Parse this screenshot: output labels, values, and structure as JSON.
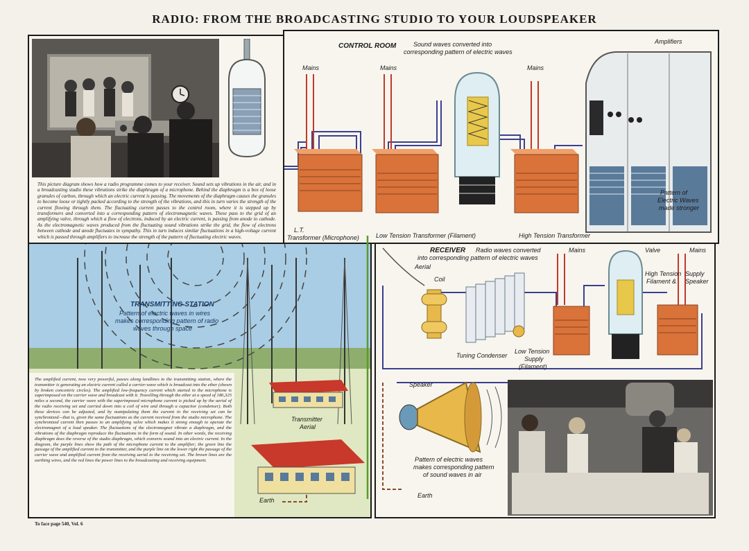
{
  "title": "RADIO: FROM THE BROADCASTING STUDIO TO YOUR LOUDSPEAKER",
  "control_room": {
    "heading": "CONTROL ROOM",
    "subheading_1": "Sound waves converted into",
    "subheading_2": "corresponding pattern of electric waves",
    "mains_1": "Mains",
    "mains_2": "Mains",
    "mains_3": "Mains",
    "amplifiers": "Amplifiers",
    "amp_note_1": "Pattern of",
    "amp_note_2": "Electric Waves",
    "amp_note_3": "made stronger",
    "lt_transformer_1": "L.T.",
    "lt_transformer_2": "Transformer (Microphone)",
    "low_tension_transformer": "Low Tension Transformer (Filament)",
    "high_tension_transformer": "High Tension Transformer"
  },
  "studio_caption": "This picture diagram shows how a radio programme comes to your receiver. Sound sets up vibrations in the air, and in a broadcasting studio these vibrations strike the diaphragm of a microphone. Behind the diaphragm is a box of loose granules of carbon, through which an electric current is passing. The movements of the diaphragm causes the granules to become loose or tightly packed according to the strength of the vibrations, and this in turn varies the strength of the current flowing through them. The fluctuating current passes to the control room, where it is stepped up by transformers and converted into a corresponding pattern of electromagnetic waves. These pass to the grid of an amplifying valve, through which a flow of electrons, induced by an electric current, is passing from anode to cathode. As the electromagnetic waves produced from the fluctuating sound vibrations strike the grid, the flow of electrons between cathode and anode fluctuates in sympathy. This in turn induces similar fluctuations in a high-voltage current which is passed through amplifiers to increase the strength of the pattern of fluctuating electric waves.",
  "transmitting": {
    "heading": "TRANSMITTING STATION",
    "sub_1": "Pattern of electric waves in wires",
    "sub_2": "makes corresponding pattern of radio",
    "sub_3": "waves through space",
    "transmitter_aerial_1": "Transmitter",
    "transmitter_aerial_2": "Aerial",
    "earth": "Earth"
  },
  "transmit_caption": "The amplified current, now very powerful, passes along landlines to the transmitting station, where the transmitter is generating an electric current called a carrier-wave which is broadcast into the ether (shown by broken concentric circles). The amplified low-frequency current which started in the microphone is superimposed on the carrier wave and broadcast with it. Travelling through the ether at a speed of 186,325 miles a second, the carrier wave with the superimposed microphone current is picked up by the aerial of the radio receiving set and carried down into a coil of wire and through a capacitor (condenser). Both these devices can be adjusted, and by manipulating them the current in the receiving set can be synchronized—that is, given the same fluctuations as the current received from the studio microphone. The synchronized current then passes to an amplifying valve which makes it strong enough to operate the electromagnet of a loud speaker. The fluctuations of the electromagnet vibrate a diaphragm, and the vibrations of the diaphragm reproduce the fluctuations in the form of sound. In other words, the receiving diaphragm does the reverse of the studio diaphragm, which converts sound into an electric current. In the diagram, the purple lines show the path of the microphone current to the amplifier; the green line the passage of the amplified current to the transmitter, and the purple line on the lower right the passage of the carrier wave and amplified current from the receiving aerial to the receiving set. The brown lines are the earthing wires, and the red lines the power lines to the broadcasting and receiving equipment.",
  "receiver": {
    "heading": "RECEIVER",
    "sub_1": "Radio waves converted",
    "sub_2": "into corresponding pattern of electric waves",
    "mains_1": "Mains",
    "mains_2": "Mains",
    "valve": "Valve",
    "aerial": "Aerial",
    "coil": "Coil",
    "ht_1": "High Tension",
    "ht_2": "Filament &",
    "supply_1": "Supply",
    "supply_2": "Speaker",
    "tuning_condenser": "Tuning Condenser",
    "lt_supply_1": "Low Tension",
    "lt_supply_2": "Supply",
    "lt_supply_3": "(Filament)",
    "speaker": "Speaker",
    "sound_1": "Pattern of electric waves",
    "sound_2": "makes corresponding pattern",
    "sound_3": "of sound waves in air",
    "earth": "Earth"
  },
  "footer": "To face page 540, Vol. 6",
  "colors": {
    "purple_wire": "#3a3f8f",
    "green_wire": "#5a9a2e",
    "brown_wire": "#8b4a2a",
    "red_wire": "#c0392b",
    "transformer": "#d9733a",
    "roof": "#c8382b"
  }
}
